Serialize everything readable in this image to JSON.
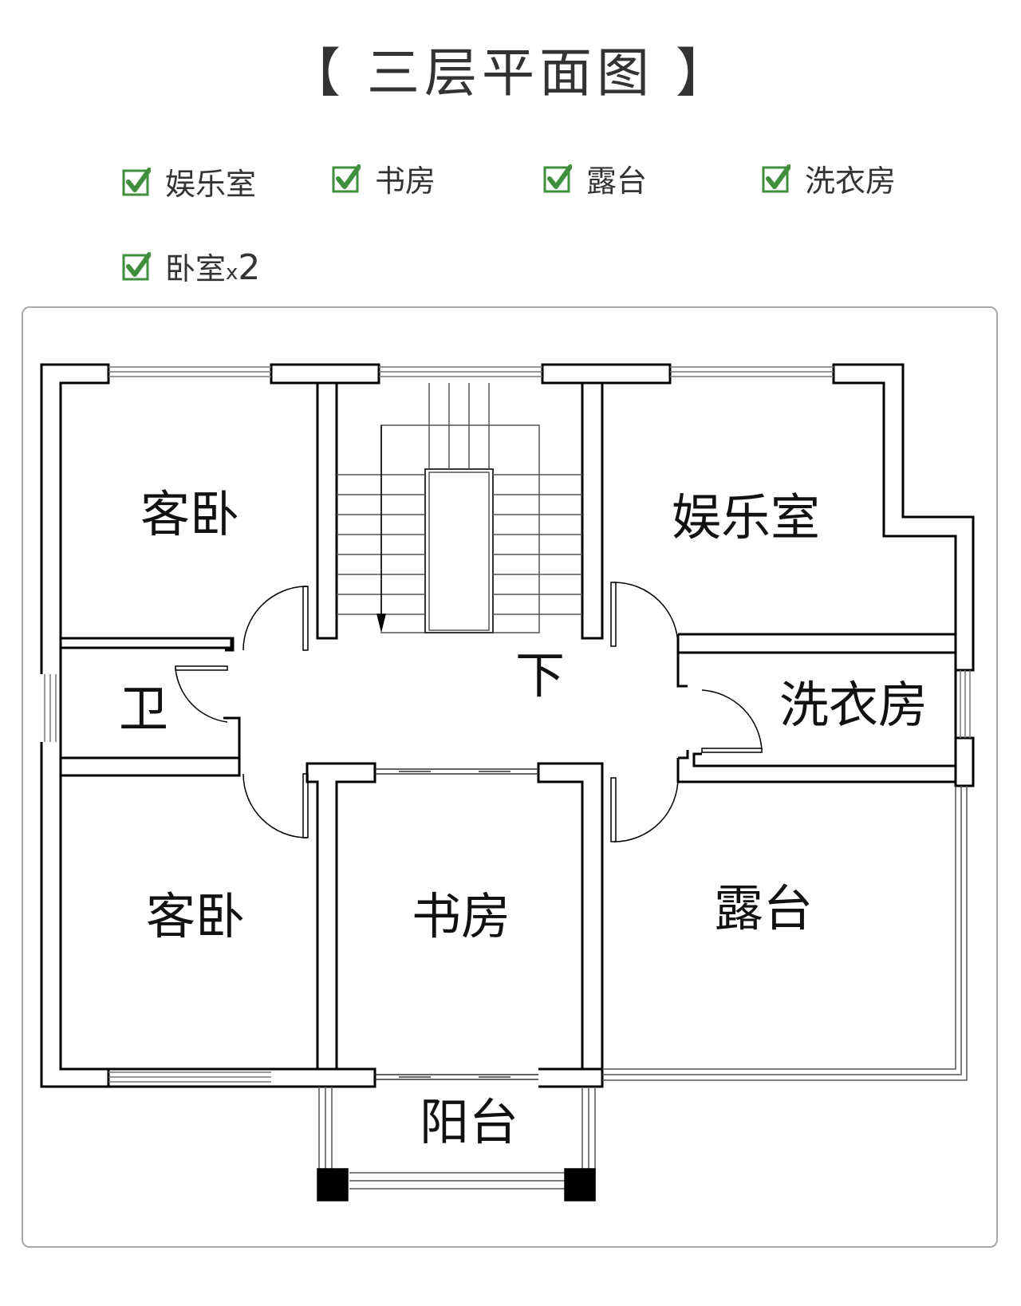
{
  "title": "【 三层平面图 】",
  "features": [
    {
      "label": "娱乐室"
    },
    {
      "label": "书房"
    },
    {
      "label": "露台"
    },
    {
      "label": "洗衣房"
    },
    {
      "label": "卧室",
      "suffix_x": "x",
      "suffix_n": "2"
    }
  ],
  "rooms": {
    "guest_bedroom_top": "客卧",
    "entertainment_room": "娱乐室",
    "bathroom": "卫",
    "stairs_down": "下",
    "laundry_room": "洗衣房",
    "guest_bedroom_bottom": "客卧",
    "study": "书房",
    "terrace": "露台",
    "balcony": "阳台"
  },
  "colors": {
    "check_green": "#3f8f3f",
    "wall": "#000000",
    "panel_border": "#a8a8a8"
  }
}
